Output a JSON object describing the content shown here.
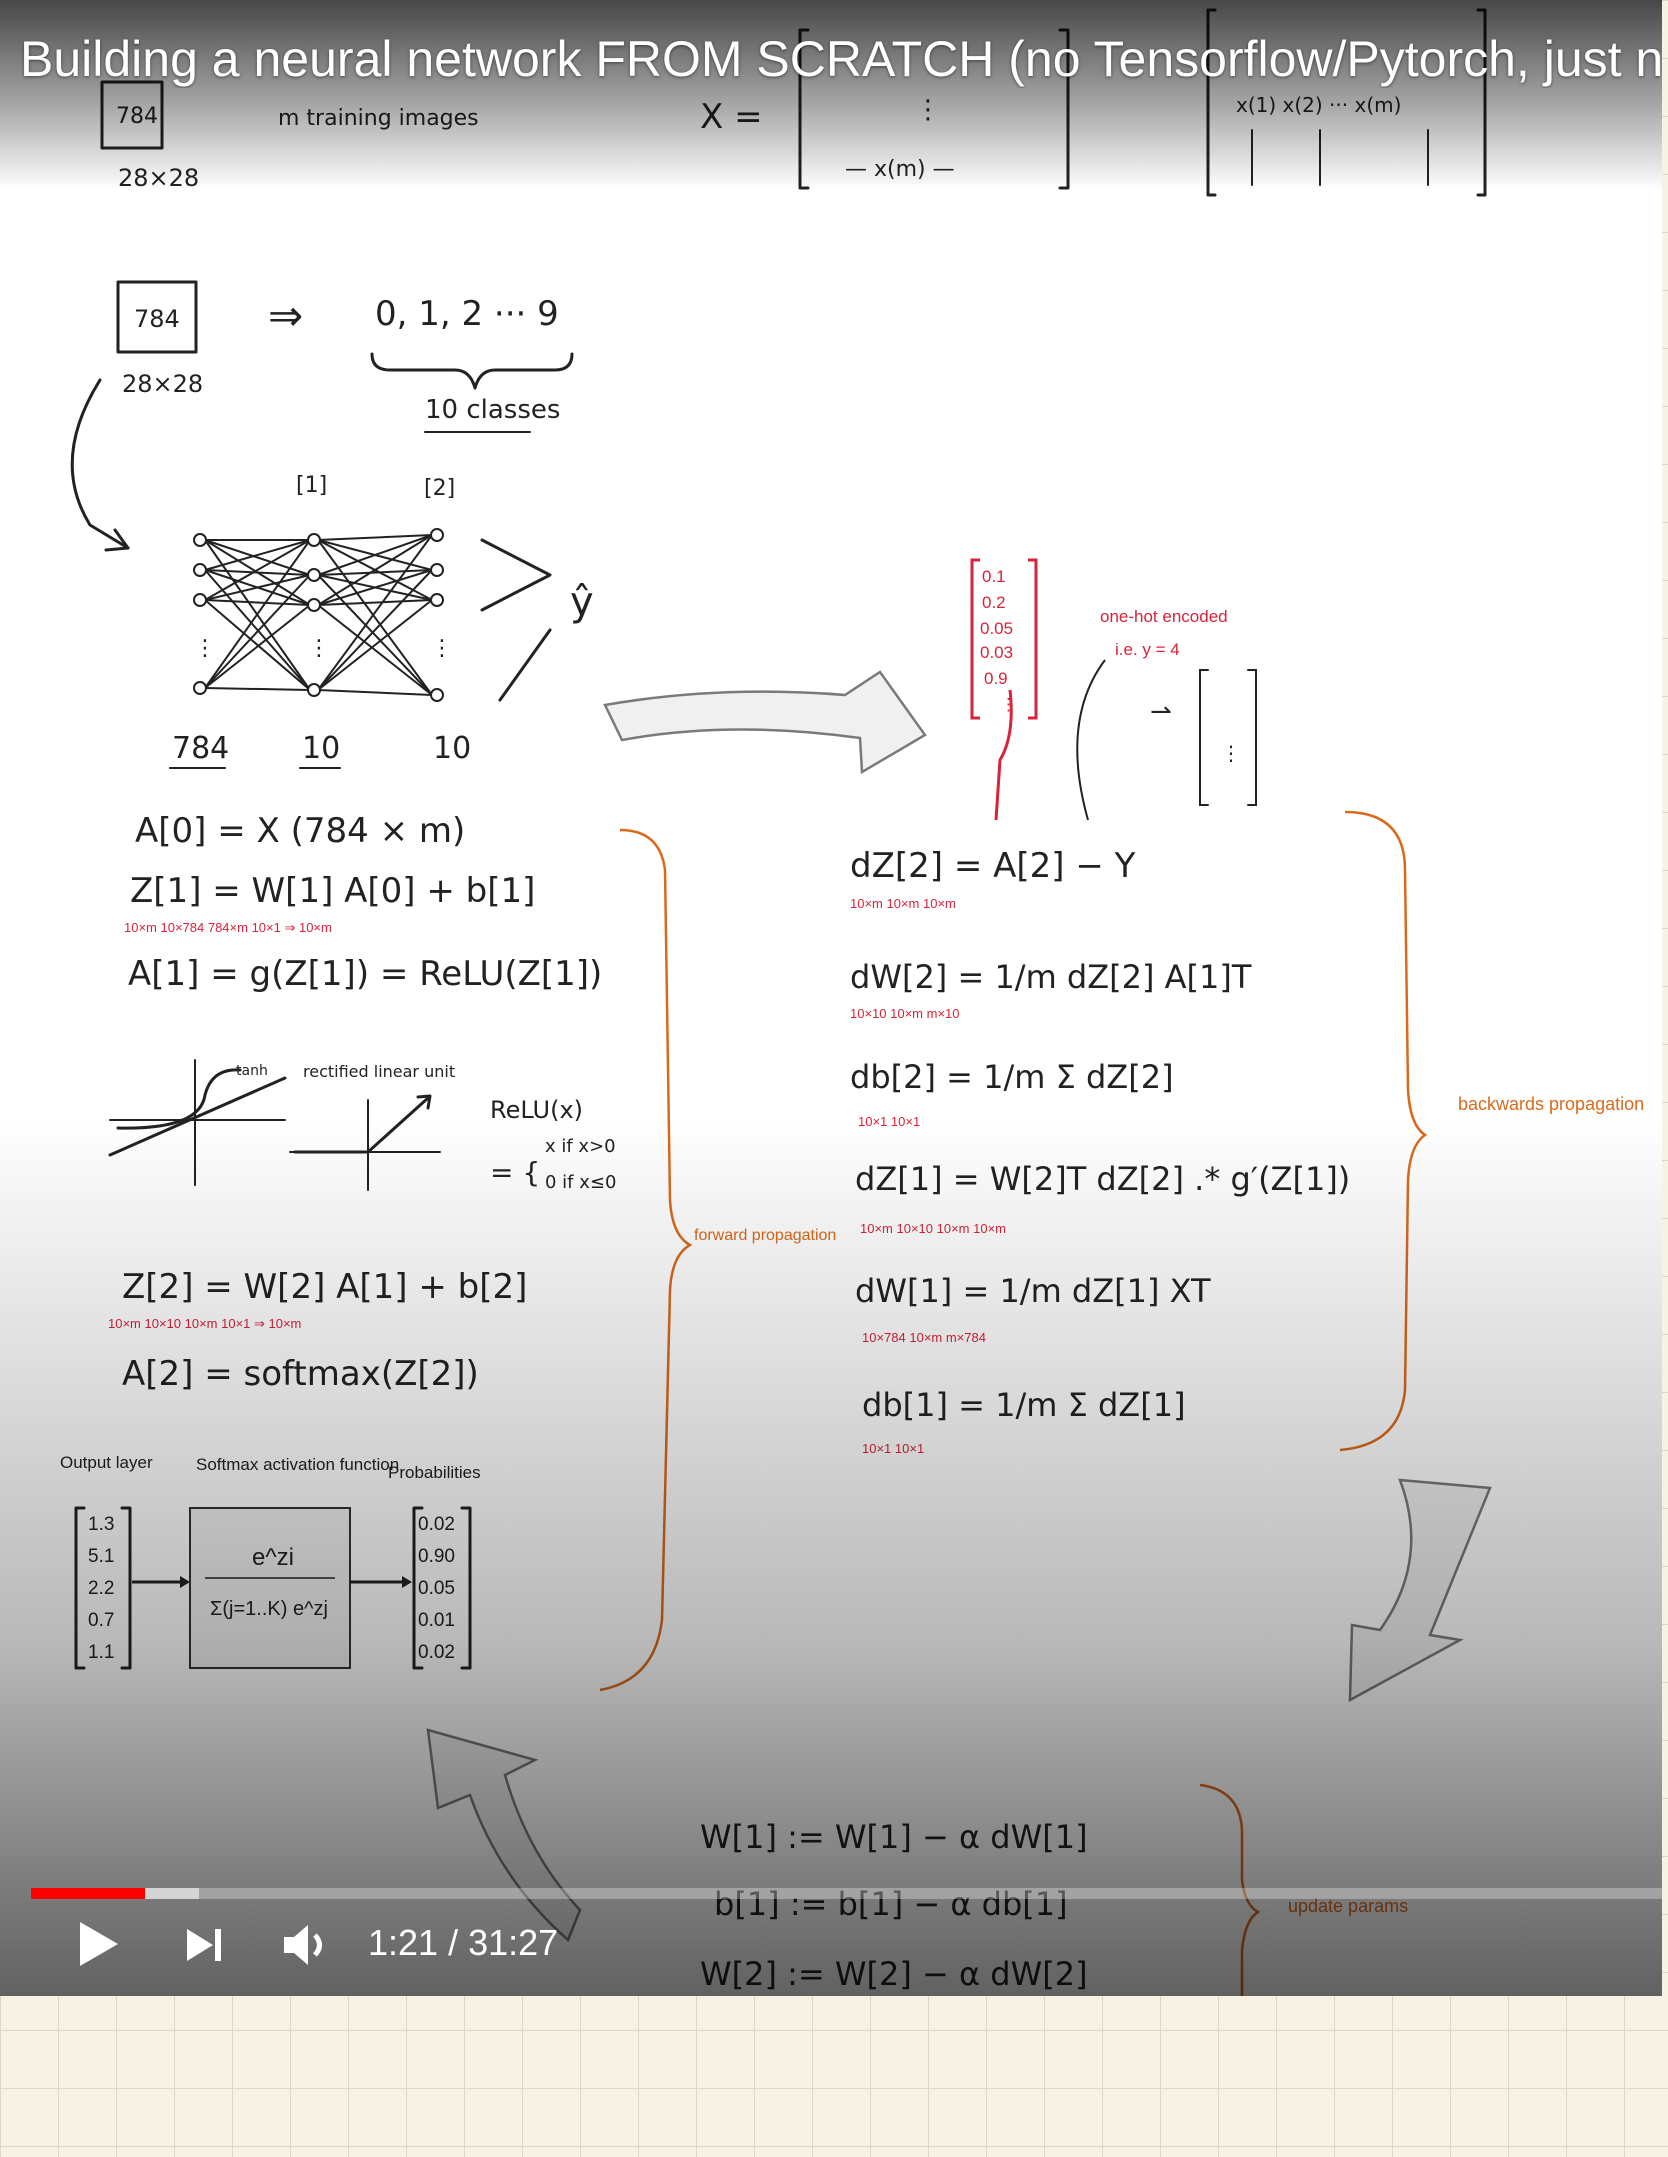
{
  "player": {
    "title": "Building a neural network FROM SCRATCH (no Tensorflow/Pytorch, just nu",
    "time": "1:21 / 31:27",
    "progress": {
      "played_fraction": 0.07,
      "buffered_fraction": 0.103
    },
    "colors": {
      "progress_played": "#ff0000",
      "progress_buffer": "#c8c8c8",
      "control": "#ffffff"
    },
    "icons": [
      "play-icon",
      "next-icon",
      "volume-icon"
    ]
  },
  "board": {
    "top": {
      "box": "784",
      "box_size": "28×28",
      "m_label": "m training images",
      "x_eq": "X =",
      "x_row": "— x(m) —",
      "x_cols": "x(1)  x(2) ···  x(m)"
    },
    "classify": {
      "box": "784",
      "box_size": "28×28",
      "arrow": "⇒",
      "classes": "0, 1, 2 ··· 9",
      "label": "10 classes"
    },
    "network": {
      "layer1_tag": "[1]",
      "layer2_tag": "[2]",
      "in_count": "784",
      "h_count": "10",
      "out_count": "10",
      "yhat": "ŷ"
    },
    "forward": {
      "l1": "A[0] = X   (784 × m)",
      "l2": "Z[1] = W[1] A[0] + b[1]",
      "l2_dims": "10×m      10×784  784×m           10×1 ⇒ 10×m",
      "l3": "A[1] = g(Z[1]) = ReLU(Z[1])",
      "tanh": "tanh",
      "rectified": "rectified linear unit",
      "relu_def": "ReLU(x)",
      "relu_case1": "x  if x>0",
      "relu_case2": "0  if x≤0",
      "l4": "Z[2] = W[2] A[1] + b[2]",
      "l4_dims": "10×m       10×10   10×m          10×1 ⇒ 10×m",
      "l5": "A[2] = softmax(Z[2])",
      "label": "forward propagation"
    },
    "softmax": {
      "h_output": "Output layer",
      "h_func": "Softmax activation function",
      "h_prob": "Probabilities",
      "inputs": [
        "1.3",
        "5.1",
        "2.2",
        "0.7",
        "1.1"
      ],
      "outputs": [
        "0.02",
        "0.90",
        "0.05",
        "0.01",
        "0.02"
      ],
      "formula_num": "e^zi",
      "formula_den": "Σ(j=1..K) e^zj"
    },
    "backward": {
      "probs": [
        "0.1",
        "0.2",
        "0.05",
        "0.03",
        "0.9",
        "⋮"
      ],
      "onehot": "one-hot encoded",
      "ie": "i.e. y = 4",
      "b1": "dZ[2] = A[2] − Y",
      "b1_dims": "10×m        10×m      10×m",
      "b2": "dW[2] = 1/m dZ[2] A[1]T",
      "b2_dims": "10×10              10×m   m×10",
      "b3": "db[2] = 1/m Σ dZ[2]",
      "b3_dims": "10×1               10×1",
      "b4": "dZ[1] = W[2]T dZ[2] .* g′(Z[1])",
      "b4_dims": "10×m        10×10   10×m                 10×m",
      "b5": "dW[1] = 1/m dZ[1] XT",
      "b5_dims": "10×784             10×m  m×784",
      "b6": "db[1] = 1/m Σ dZ[1]",
      "b6_dims": "10×1               10×1",
      "label": "backwards propagation"
    },
    "update": {
      "u1": "W[1] := W[1] − α dW[1]",
      "u2": "b[1] := b[1] − α db[1]",
      "u3": "W[2] := W[2] − α dW[2]",
      "label": "update params"
    }
  }
}
